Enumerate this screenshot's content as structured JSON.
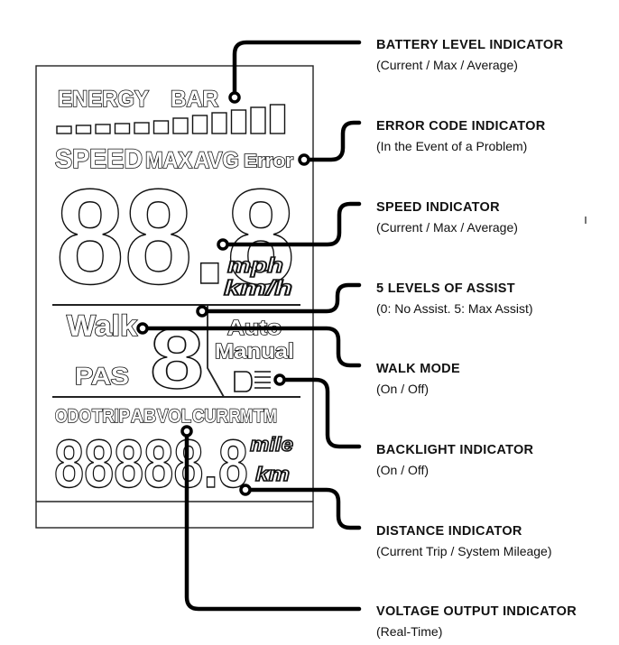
{
  "display": {
    "energy_label": "ENERGY",
    "bar_label": "BAR",
    "speed_label": "SPEED",
    "max_label": "MAX",
    "avg_label": "AVG",
    "error_label": "Error",
    "speed_digits": "88.8",
    "mph_label": "mph",
    "kmh_label": "km/h",
    "walk_label": "Walk",
    "pas_label": "PAS",
    "assist_digit": "8",
    "auto_label": "Auto",
    "manual_label": "Manual",
    "mode_labels": [
      "ODO",
      "TRIP",
      "AB",
      "VOL",
      "CUR",
      "RM",
      "TM"
    ],
    "distance_digits": "88888.8",
    "mile_label": "mile",
    "km_label": "km"
  },
  "callouts": [
    {
      "title": "BATTERY LEVEL INDICATOR",
      "desc": "(Current / Max / Average)"
    },
    {
      "title": "ERROR CODE INDICATOR",
      "desc": "(In the Event of a Problem)"
    },
    {
      "title": "SPEED INDICATOR",
      "desc": "(Current / Max / Average)"
    },
    {
      "title": "5 LEVELS OF ASSIST",
      "desc": "(0: No Assist. 5: Max Assist)"
    },
    {
      "title": "WALK MODE",
      "desc": "(On / Off)"
    },
    {
      "title": "BACKLIGHT INDICATOR",
      "desc": "(On / Off)"
    },
    {
      "title": "DISTANCE INDICATOR",
      "desc": "(Current Trip / System Mileage)"
    },
    {
      "title": "VOLTAGE OUTPUT INDICATOR",
      "desc": "(Real-Time)"
    }
  ]
}
